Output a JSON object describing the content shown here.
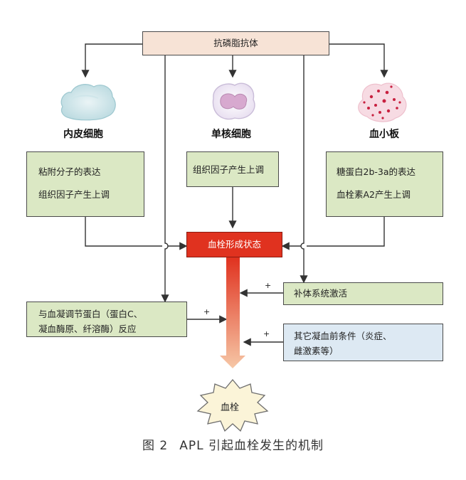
{
  "top": {
    "label": "抗磷脂抗体"
  },
  "cells": {
    "endothelial": "内皮细胞",
    "monocyte": "单核细胞",
    "platelet": "血小板"
  },
  "boxes": {
    "endothelial": [
      "粘附分子的表达",
      "组织因子产生上调"
    ],
    "monocyte": [
      "组织因子产生上调"
    ],
    "platelet": [
      "糖蛋白2b-3a的表达",
      "血栓素A2产生上调"
    ],
    "prothrombotic": "血栓形成状态",
    "complement": "补体系统激活",
    "regulatory": [
      "与血凝调节蛋白（蛋白C、",
      "凝血酶原、纤溶酶）反应"
    ],
    "other": [
      "其它凝血前条件（炎症、",
      "雌激素等）"
    ],
    "thrombus": "血栓"
  },
  "plus": {
    "complement": "+",
    "regulatory": "+",
    "other": "+"
  },
  "caption": {
    "fig": "图 2",
    "text": "APL 引起血栓发生的机制"
  },
  "colors": {
    "green": "#dbe8c4",
    "pink": "#f7e3d6",
    "red": "#e0321f",
    "blue": "#dde9f3",
    "arrow_gradient_top": "#e0321f",
    "arrow_gradient_bottom": "#f6c7a6"
  }
}
